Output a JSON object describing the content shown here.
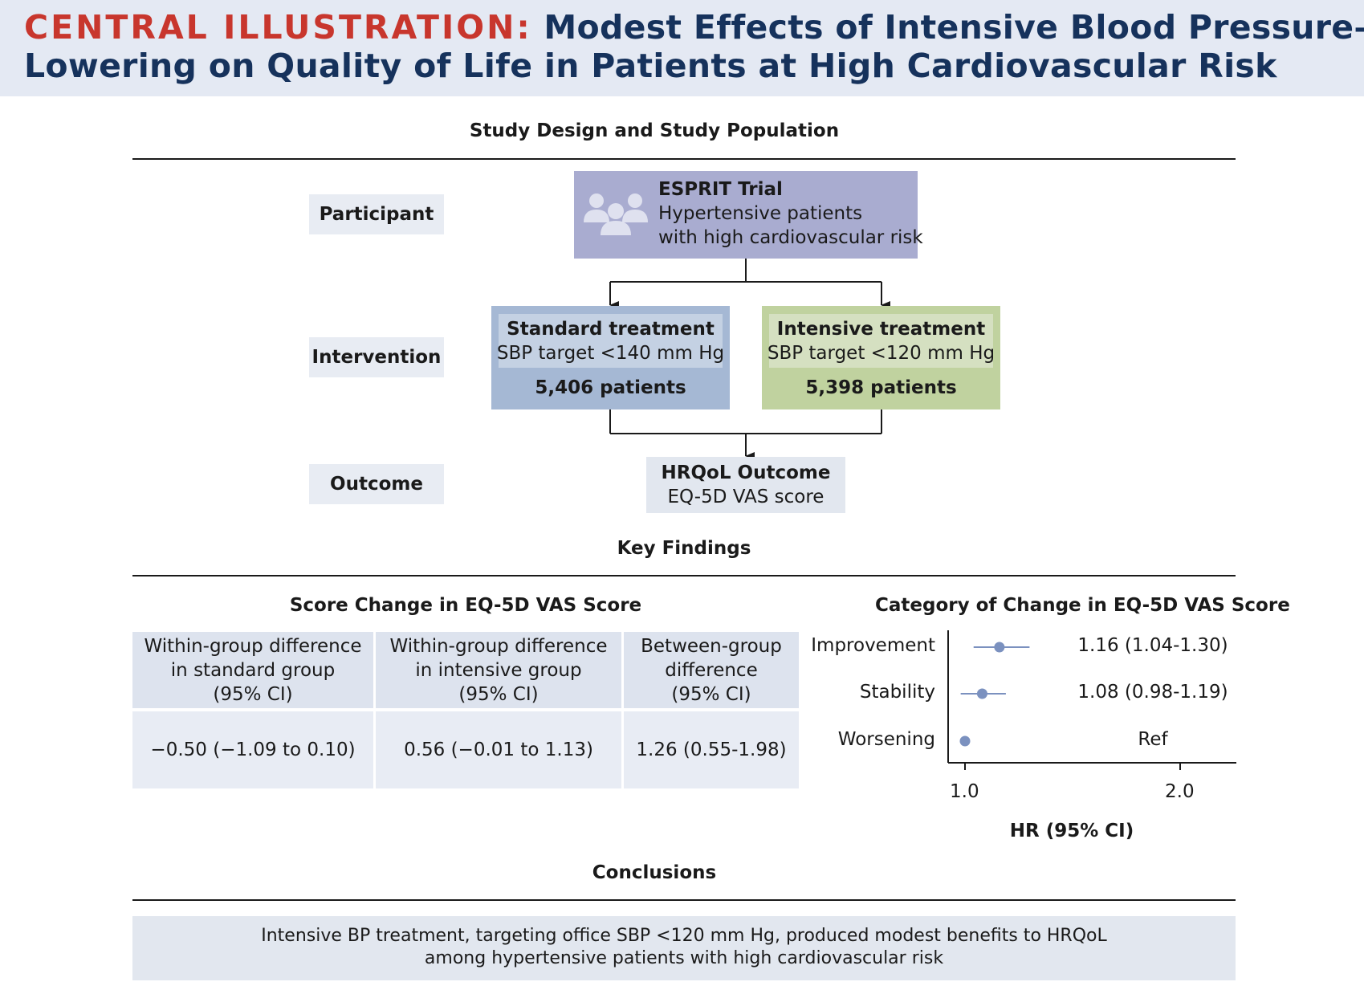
{
  "header": {
    "prefix": "CENTRAL ILLUSTRATION:",
    "title_line1": "Modest Effects of Intensive Blood Pressure–",
    "title_line2": "Lowering on Quality of Life in Patients at High Cardiovascular Risk"
  },
  "design": {
    "heading": "Study Design and Study Population",
    "labels": {
      "participant": "Participant",
      "intervention": "Intervention",
      "outcome": "Outcome"
    },
    "trial": {
      "icon": "people-group-icon",
      "name": "ESPRIT Trial",
      "line1": "Hypertensive patients",
      "line2": "with high cardiovascular risk"
    },
    "standard": {
      "title": "Standard treatment",
      "target": "SBP target <140 mm Hg",
      "patients": "5,406 patients"
    },
    "intensive": {
      "title": "Intensive treatment",
      "target": "SBP target <120 mm Hg",
      "patients": "5,398 patients"
    },
    "outcome": {
      "title": "HRQoL Outcome",
      "measure": "EQ-5D VAS score"
    }
  },
  "findings": {
    "heading": "Key Findings",
    "table": {
      "title": "Score Change in EQ-5D VAS Score",
      "headers": [
        [
          "Within-group difference",
          "in standard group",
          "(95% CI)"
        ],
        [
          "Within-group difference",
          "in intensive group",
          "(95% CI)"
        ],
        [
          "Between-group",
          "difference",
          "(95% CI)"
        ]
      ],
      "values": [
        "−0.50 (−1.09 to 0.10)",
        "0.56 (−0.01 to 1.13)",
        "1.26 (0.55-1.98)"
      ]
    },
    "forest": {
      "title": "Category of Change in EQ-5D VAS Score",
      "xlabel": "HR (95% CI)",
      "ticks": [
        "1.0",
        "2.0"
      ]
    }
  },
  "chart_data": {
    "type": "scatter",
    "title": "Category of Change in EQ-5D VAS Score",
    "xlabel": "HR (95% CI)",
    "ylabel": "",
    "xlim": [
      0.93,
      2.26
    ],
    "xticks": [
      1.0,
      2.0
    ],
    "categories": [
      "Improvement",
      "Stability",
      "Worsening"
    ],
    "series": [
      {
        "values": [
          1.16,
          1.08,
          1.0
        ],
        "ci_low": [
          1.04,
          0.98,
          null
        ],
        "ci_high": [
          1.3,
          1.19,
          null
        ],
        "labels": [
          "1.16 (1.04-1.30)",
          "1.08 (0.98-1.19)",
          "Ref"
        ]
      }
    ],
    "point_color": "#7b91bf",
    "grid": false
  },
  "conclusions": {
    "heading": "Conclusions",
    "line1": "Intensive BP treatment, targeting office SBP <120 mm Hg, produced modest benefits to HRQoL",
    "line2": "among hypertensive patients with high cardiovascular risk"
  },
  "colors": {
    "header_bg": "#e4e9f3",
    "title_red": "#c8362d",
    "title_navy": "#16325c",
    "trial_box": "#a9acd0",
    "standard_box": "#a5b8d4",
    "standard_inner": "#c4d1e3",
    "intensive_box": "#c0d29f",
    "intensive_inner": "#d5e0c1",
    "outcome_box": "#e2e7ef",
    "forest_point": "#7b91bf"
  }
}
